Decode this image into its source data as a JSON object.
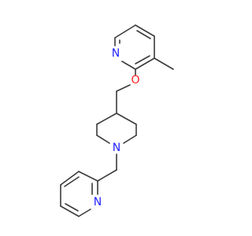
{
  "molecule": {
    "atoms": [
      {
        "id": "n_top",
        "label": "N",
        "element": "nitrogen",
        "color": "#2323ff"
      },
      {
        "id": "o_ether",
        "label": "O",
        "element": "oxygen",
        "color": "#ff2020"
      },
      {
        "id": "n_pip",
        "label": "N",
        "element": "nitrogen",
        "color": "#2323ff"
      },
      {
        "id": "n_bot",
        "label": "N",
        "element": "nitrogen",
        "color": "#2323ff"
      }
    ],
    "bond_color": "#3a3a3a"
  }
}
